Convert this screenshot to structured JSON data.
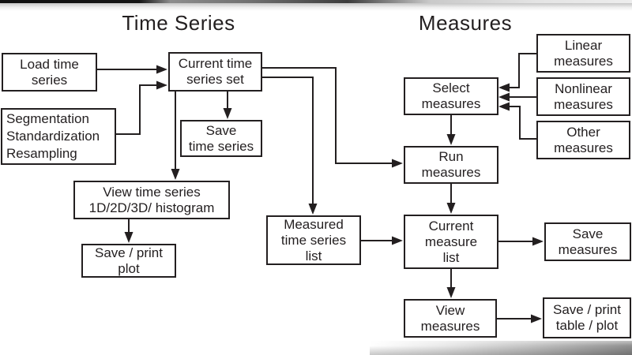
{
  "titles": {
    "left": "Time Series",
    "right": "Measures"
  },
  "nodes": {
    "load_time_series": {
      "label": "Load time\nseries"
    },
    "segmentation": {
      "label": "Segmentation\nStandardization\nResampling"
    },
    "current_time_series_set": {
      "label": "Current time\nseries set"
    },
    "save_time_series": {
      "label": "Save\ntime series"
    },
    "view_time_series": {
      "label": "View time series\n1D/2D/3D/ histogram"
    },
    "save_print_plot": {
      "label": "Save / print\nplot"
    },
    "measured_time_series_list": {
      "label": "Measured\ntime series\nlist"
    },
    "select_measures": {
      "label": "Select\nmeasures"
    },
    "run_measures": {
      "label": "Run\nmeasures"
    },
    "linear_measures": {
      "label": "Linear\nmeasures"
    },
    "nonlinear_measures": {
      "label": "Nonlinear\nmeasures"
    },
    "other_measures": {
      "label": "Other\nmeasures"
    },
    "current_measure_list": {
      "label": "Current\nmeasure\nlist"
    },
    "save_measures": {
      "label": "Save\nmeasures"
    },
    "view_measures": {
      "label": "View\nmeasures"
    },
    "save_print_table_plot": {
      "label": "Save / print\ntable / plot"
    }
  },
  "colors": {
    "ink": "#231f20",
    "background": "#ffffff"
  }
}
